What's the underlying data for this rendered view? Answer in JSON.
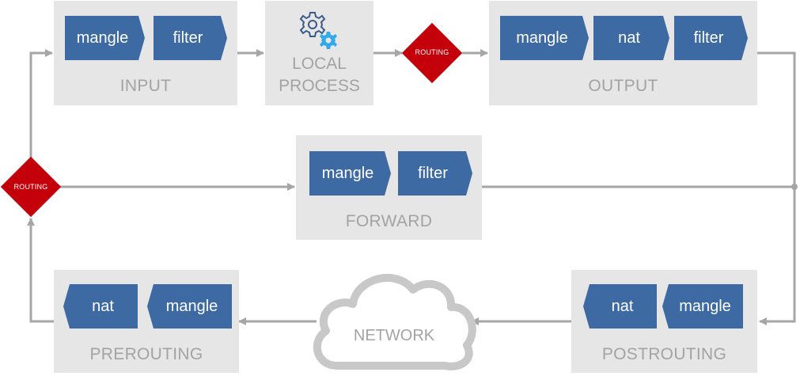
{
  "chains": {
    "input": {
      "label": "INPUT",
      "tables": [
        "mangle",
        "filter"
      ]
    },
    "local_process": {
      "label_line1": "LOCAL",
      "label_line2": "PROCESS"
    },
    "output": {
      "label": "OUTPUT",
      "tables": [
        "mangle",
        "nat",
        "filter"
      ]
    },
    "forward": {
      "label": "FORWARD",
      "tables": [
        "mangle",
        "filter"
      ]
    },
    "prerouting": {
      "label": "PREROUTING",
      "tables": [
        "nat",
        "mangle"
      ]
    },
    "postrouting": {
      "label": "POSTROUTING",
      "tables": [
        "nat",
        "mangle"
      ]
    }
  },
  "routing": {
    "label": "ROUTING"
  },
  "network": {
    "label": "NETWORK"
  },
  "colors": {
    "table_fill": "#3d6aa3",
    "chain_fill": "#e6e6e6",
    "routing_fill": "#c4000b",
    "arrow": "#a6a6a6",
    "gear_dark": "#3b5a8c",
    "gear_light": "#33a9e8"
  }
}
